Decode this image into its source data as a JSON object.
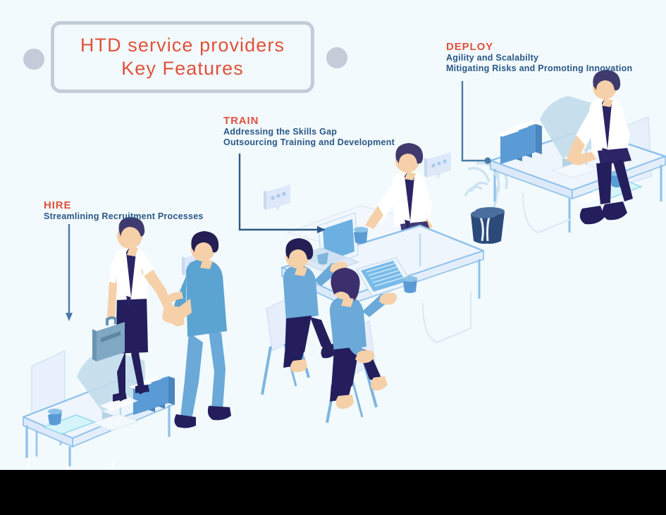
{
  "page": {
    "kind": "infographic",
    "background_color": "#f2fafd",
    "footer_bar_color": "#000000",
    "accent_color": "#e0513a",
    "text_color": "#2b5786",
    "frame_color": "#c3cdd9"
  },
  "title": {
    "line1": "HTD service providers",
    "line2": "Key Features"
  },
  "decor": {
    "dot_left": "decorative-circle",
    "dot_right": "decorative-circle"
  },
  "stages": [
    {
      "id": "hire",
      "heading": "HIRE",
      "sub1": "Streamlining Recruitment Processes",
      "sub2": "",
      "connector": "vertical-arrow-down",
      "scene": "handshake-office-scene"
    },
    {
      "id": "train",
      "heading": "TRAIN",
      "sub1": "Addressing the Skills Gap",
      "sub2": "Outsourcing Training and Development",
      "connector": "elbow-arrow-right",
      "scene": "training-meeting-scene"
    },
    {
      "id": "deploy",
      "heading": "DEPLOY",
      "sub1": "Agility and Scalabilty",
      "sub2": "Mitigating Risks and Promoting Innovation",
      "connector": "elbow-line-dot",
      "scene": "workstation-deploy-scene"
    }
  ],
  "palette": {
    "line": "#4a7ba3",
    "skin": "#f5d0a9",
    "skin_shade": "#e8bd92",
    "hair_dark": "#231f54",
    "hair_mid": "#3f3a6e",
    "shirt_white": "#ffffff",
    "shirt_blue": "#5ba3d0",
    "shirt_blue_dark": "#4a90c2",
    "pants_navy": "#241e5c",
    "tie_navy": "#2b2566",
    "desk_top": "#eaf2fd",
    "desk_edge": "#8dc0ea",
    "monitor": "#bcd9e8",
    "book_blue": "#5b9bd5",
    "book_blue_dark": "#4a86bd",
    "bubble": "#dde8f8",
    "bubble_dot": "#a8c9ec",
    "chair": "#e6eefb",
    "plant_pot": "#2b4a7a",
    "cup": "#5b9bd5",
    "laptop_screen": "#6bb0e0"
  }
}
